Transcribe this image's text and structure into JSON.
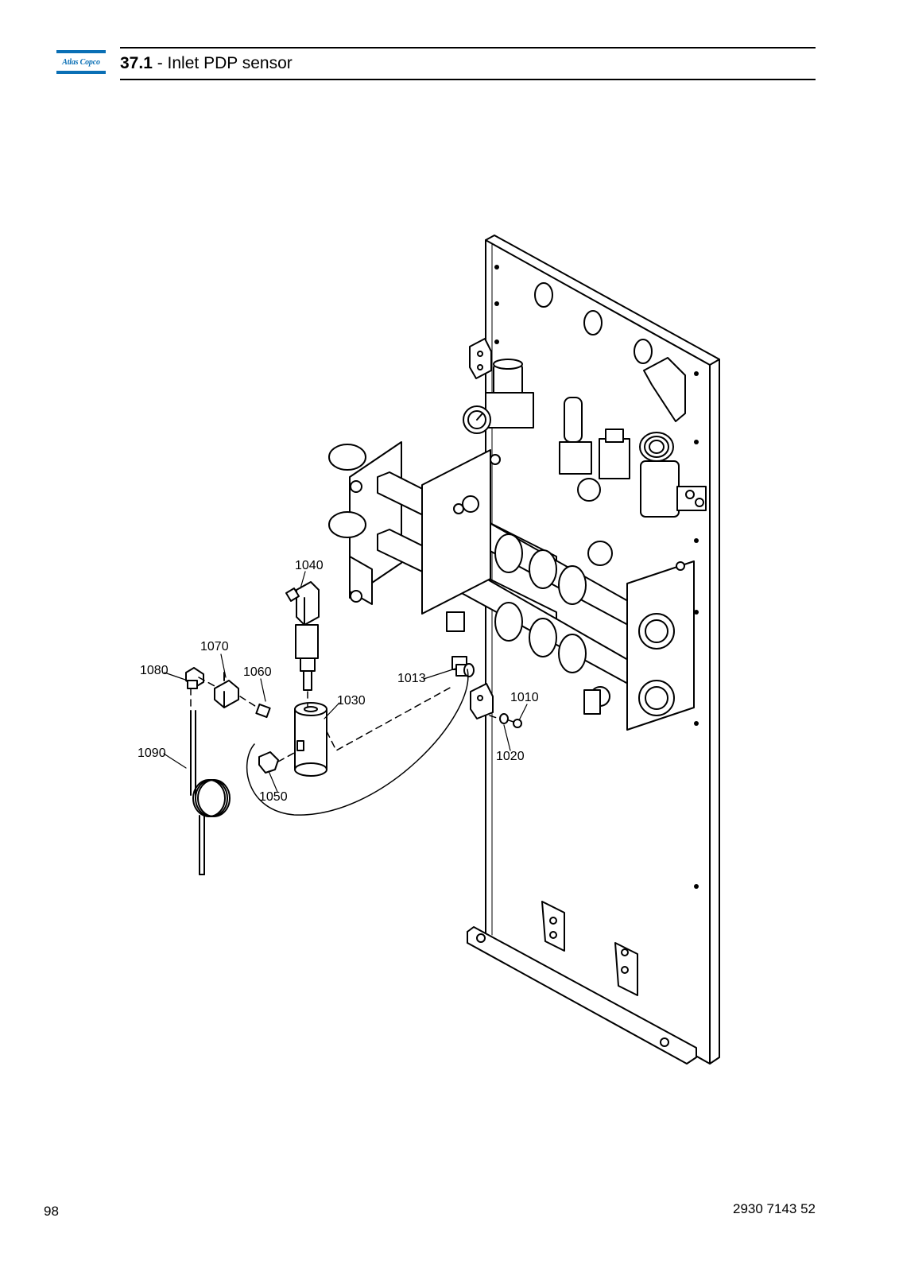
{
  "header": {
    "logo_text": "Atlas Copco",
    "section_number": "37.1",
    "section_separator": " - ",
    "section_title": "Inlet PDP sensor"
  },
  "diagram": {
    "callouts": [
      "1040",
      "1070",
      "1080",
      "1060",
      "1013",
      "1030",
      "1010",
      "1090",
      "1020",
      "1050"
    ]
  },
  "footer": {
    "page_number": "98",
    "document_number": "2930 7143 52"
  },
  "colors": {
    "brand_blue": "#0a6fb5",
    "line": "#000000"
  }
}
